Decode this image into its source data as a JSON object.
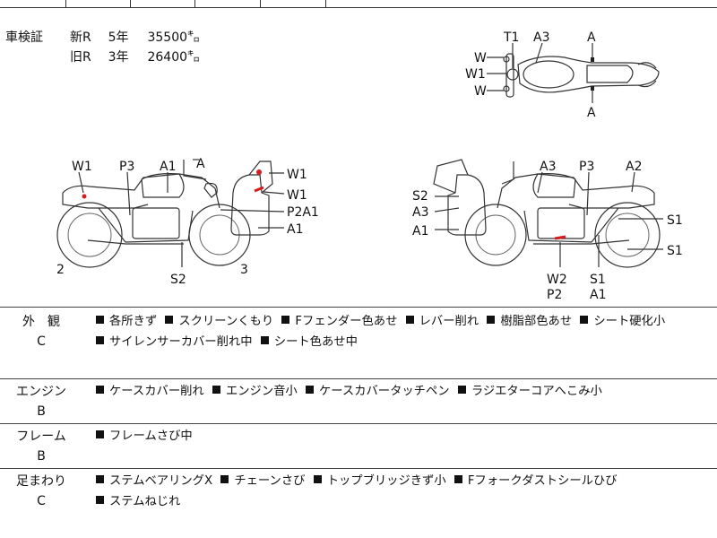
{
  "shaken": {
    "label": "車検証",
    "rows": [
      {
        "type": "新R",
        "years": "5年",
        "km": "35500㌔"
      },
      {
        "type": "旧R",
        "years": "3年",
        "km": "26400㌔"
      }
    ]
  },
  "diagram": {
    "top_view": {
      "left_w1": "W",
      "left_w2": "W1",
      "left_w3": "W",
      "t1": "T1",
      "a3": "A3",
      "a_top": "A",
      "a_bottom": "A"
    },
    "left_side": {
      "w1": "W1",
      "p3": "P3",
      "a1": "A1",
      "a_handle": "A",
      "box_w1_top": "W1",
      "box_w1_bottom": "W1",
      "box_p2a1": "P2A1",
      "box_a1": "A1",
      "num_2": "2",
      "s2": "S2",
      "num_3": "3"
    },
    "right_side": {
      "a3": "A3",
      "p3": "P3",
      "a2": "A2",
      "s2": "S2",
      "a3_box": "A3",
      "a1_box": "A1",
      "s1_a": "S1",
      "s1_b": "S1",
      "w2": "W2",
      "p2": "P2",
      "s1_c": "S1",
      "a1_bottom": "A1"
    }
  },
  "sections": [
    {
      "title": "外　観",
      "grade": "C",
      "items": [
        "各所きず",
        "スクリーンくもり",
        "Fフェンダー色あせ",
        "レバー削れ",
        "樹脂部色あせ",
        "シート硬化小",
        "サイレンサーカバー削れ中",
        "シート色あせ中"
      ]
    },
    {
      "title": "エンジン",
      "grade": "B",
      "items": [
        "ケースカバー削れ",
        "エンジン音小",
        "ケースカバータッチペン",
        "ラジエターコアへこみ小"
      ]
    },
    {
      "title": "フレーム",
      "grade": "B",
      "items": [
        "フレームさび中"
      ]
    },
    {
      "title": "足まわり",
      "grade": "C",
      "items": [
        "ステムベアリングX",
        "チェーンさび",
        "トップブリッジきず小",
        "Fフォークダストシールひび",
        "ステムねじれ"
      ]
    }
  ],
  "colors": {
    "damage_mark": "#d81b1b",
    "line": "#333333"
  }
}
